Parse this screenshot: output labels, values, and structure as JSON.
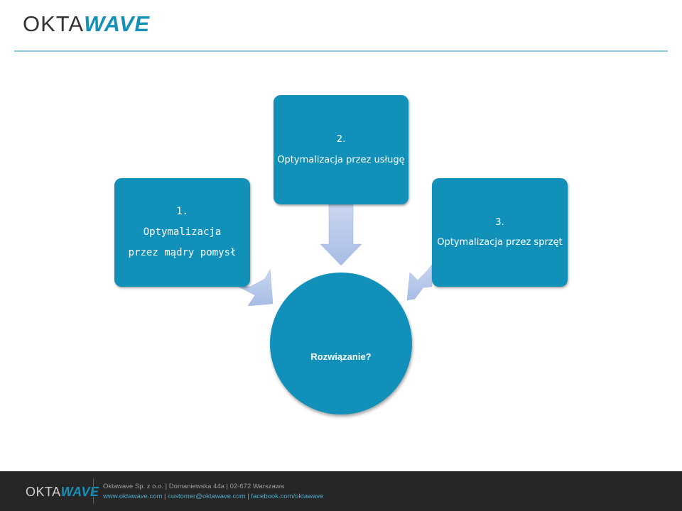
{
  "header": {
    "logo_part1": "OKTA",
    "logo_part2": "WAVE"
  },
  "diagram": {
    "box1": {
      "number": "1.",
      "line1": "Optymalizacja",
      "line2": "przez mądry pomysł"
    },
    "box2": {
      "number": "2.",
      "line1": "Optymalizacja przez usługę"
    },
    "box3": {
      "number": "3.",
      "line1": "Optymalizacja przez sprzęt"
    },
    "center": {
      "label": "Rozwiązanie?"
    }
  },
  "footer": {
    "logo_part1": "OKTA",
    "logo_part2": "WAVE",
    "address": "Oktawave Sp. z o.o. | Domaniewska 44a | 02-672 Warszawa",
    "website": "www.oktawave.com",
    "separator": " | ",
    "email": "customer@oktawave.com",
    "facebook": "facebook.com/oktawave"
  },
  "colors": {
    "brand_blue": "#1191b9",
    "arrow": "#b7c8ea",
    "footer_bg": "#262626"
  }
}
